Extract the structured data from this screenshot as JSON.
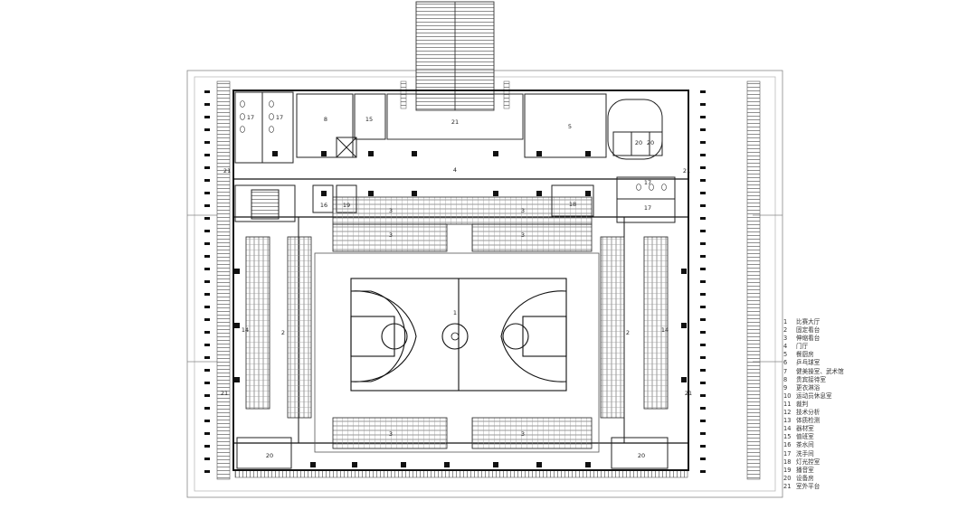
{
  "room_labels": {
    "r1": "1",
    "r2": "2",
    "r3": "3",
    "r4": "4",
    "r5": "5",
    "r8": "8",
    "r14": "14",
    "r15": "15",
    "r16": "16",
    "r17": "17",
    "r18": "18",
    "r19": "19",
    "r20": "20",
    "r21": "21"
  },
  "legend": [
    {
      "num": "1",
      "name": "比赛大厅"
    },
    {
      "num": "2",
      "name": "固定看台"
    },
    {
      "num": "3",
      "name": "伸缩看台"
    },
    {
      "num": "4",
      "name": "门厅"
    },
    {
      "num": "5",
      "name": "餐厨房"
    },
    {
      "num": "6",
      "name": "乒乓球室"
    },
    {
      "num": "7",
      "name": "健美操室、武术馆"
    },
    {
      "num": "8",
      "name": "贵宾接待室"
    },
    {
      "num": "9",
      "name": "更衣淋浴"
    },
    {
      "num": "10",
      "name": "运动员休息室"
    },
    {
      "num": "11",
      "name": "裁判"
    },
    {
      "num": "12",
      "name": "技术分析"
    },
    {
      "num": "13",
      "name": "体质检测"
    },
    {
      "num": "14",
      "name": "器材室"
    },
    {
      "num": "15",
      "name": "值班室"
    },
    {
      "num": "16",
      "name": "茶水间"
    },
    {
      "num": "17",
      "name": "洗手间"
    },
    {
      "num": "18",
      "name": "灯光控室"
    },
    {
      "num": "19",
      "name": "播音室"
    },
    {
      "num": "20",
      "name": "设备房"
    },
    {
      "num": "21",
      "name": "室外平台"
    }
  ]
}
